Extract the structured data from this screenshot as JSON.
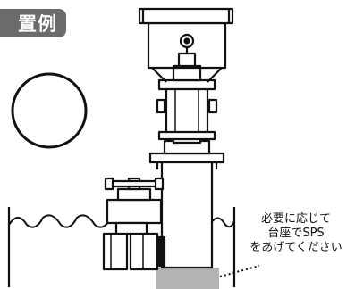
{
  "section_badge": {
    "text": "置例"
  },
  "annotation": {
    "lines": [
      "必要に応じて",
      "台座でSPS",
      "をあげてください"
    ]
  },
  "colors": {
    "badge_background": "#6b6b6b",
    "line": "#111111",
    "pedestal": "#b3b3b3"
  }
}
